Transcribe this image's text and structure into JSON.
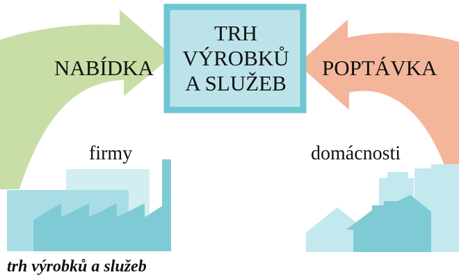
{
  "market_box": {
    "lines": [
      "TRH",
      "VÝROBKŮ",
      "A SLUŽEB"
    ]
  },
  "supply_label": "NABÍDKA",
  "demand_label": "POPTÁVKA",
  "firms_label": "firmy",
  "households_label": "domácnosti",
  "caption": "trh výrobků a služeb",
  "colors": {
    "supply_arrow": "#c9dea6",
    "demand_arrow": "#f4b69b",
    "market_box_fill": "#bde3ea",
    "market_box_border": "#6fc6d3",
    "factory_main": "#7ecbd5",
    "factory_back": "#a9dde5",
    "factory_far": "#d3eef2",
    "houses_main": "#7ecbd5",
    "houses_light": "#c3e8ee"
  }
}
